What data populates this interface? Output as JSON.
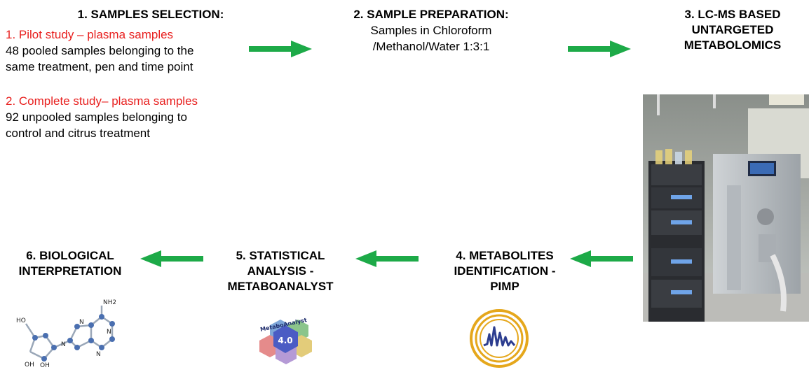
{
  "step1": {
    "title": "1. SAMPLES SELECTION:",
    "item1_title": "1.   Pilot study – plasma samples",
    "item1_body_line1": "48 pooled samples belonging to the",
    "item1_body_line2": "same treatment, pen and time point",
    "item2_title": "2.  Complete study– plasma samples",
    "item2_body_line1": "92 unpooled samples belonging to",
    "item2_body_line2": "control and citrus treatment"
  },
  "step2": {
    "title": "2. SAMPLE PREPARATION:",
    "body_line1": "Samples in Chloroform",
    "body_line2": "/Methanol/Water 1:3:1"
  },
  "step3": {
    "title_line1": "3. LC-MS BASED",
    "title_line2": "UNTARGETED",
    "title_line3": "METABOLOMICS"
  },
  "step4": {
    "title_line1": "4. METABOLITES",
    "title_line2": "IDENTIFICATION -",
    "title_line3": "PIMP"
  },
  "step5": {
    "title_line1": "5. STATISTICAL",
    "title_line2": "ANALYSIS -",
    "title_line3": "METABOANALYST"
  },
  "step6": {
    "title_line1": "6. BIOLOGICAL",
    "title_line2": "INTERPRETATION"
  },
  "logos": {
    "metaboanalyst_text": "MetaboAnalyst",
    "metaboanalyst_version": "4.0",
    "molecule_labels": [
      "NH2",
      "HO",
      "OH",
      "OH",
      "N",
      "N",
      "N",
      "N"
    ]
  },
  "colors": {
    "arrow": "#1daa48",
    "highlight": "#e8201f",
    "pimp_gold": "#e5a71c",
    "pimp_blue": "#2c3d8f"
  }
}
